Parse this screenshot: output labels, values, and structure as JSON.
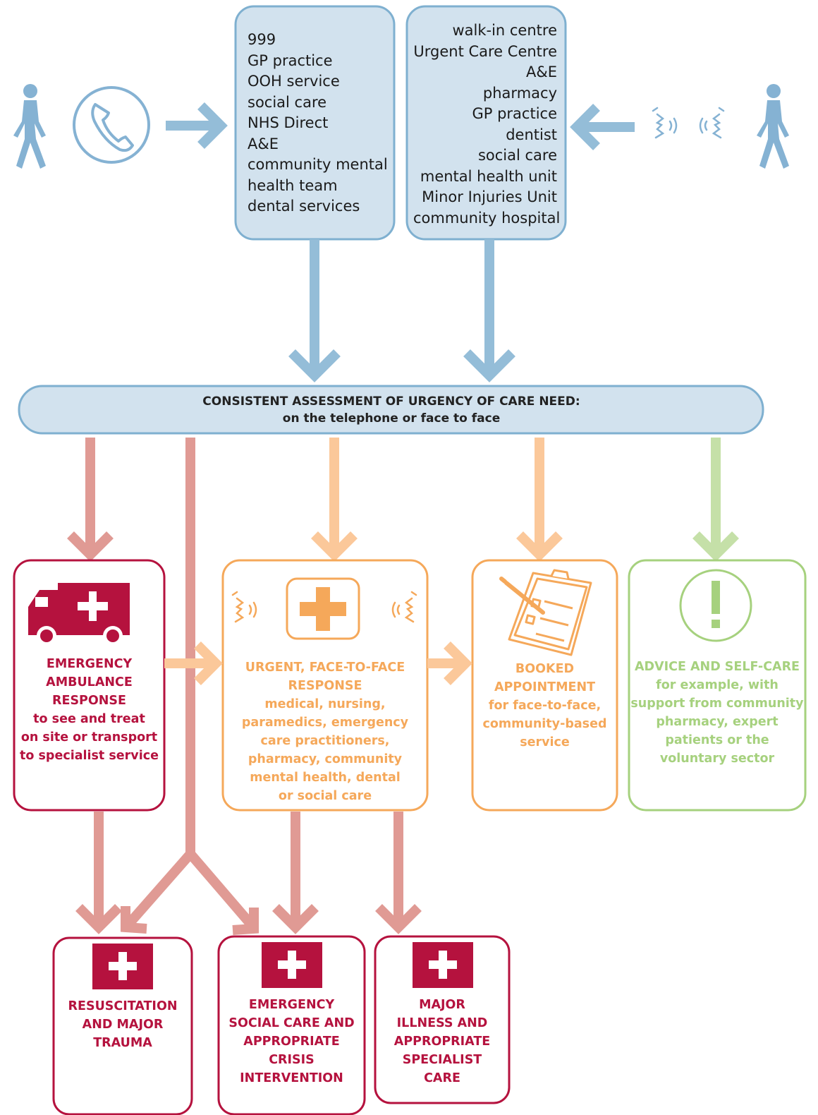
{
  "phone_channel": {
    "services": [
      "999",
      "GP practice",
      "OOH service",
      "social care",
      "NHS Direct",
      "A&E",
      "community mental",
      "health team",
      "dental services"
    ]
  },
  "walkin_channel": {
    "services": [
      "walk-in centre",
      "Urgent Care Centre",
      "A&E",
      "pharmacy",
      "GP practice",
      "dentist",
      "social care",
      "mental health unit",
      "Minor Injuries Unit",
      "community hospital"
    ]
  },
  "assessment": {
    "title": "CONSISTENT ASSESSMENT OF URGENCY OF CARE NEED:",
    "subtitle": "on the telephone or face to face"
  },
  "responses": {
    "ambulance": {
      "title_lines": [
        "EMERGENCY",
        "AMBULANCE",
        "RESPONSE"
      ],
      "desc_lines": [
        "to see and treat",
        "on site or transport",
        "to specialist service"
      ]
    },
    "urgent": {
      "title_lines": [
        "URGENT, FACE-TO-FACE",
        "RESPONSE"
      ],
      "desc_lines": [
        "medical, nursing,",
        "paramedics, emergency",
        "care practitioners,",
        "pharmacy, community",
        "mental health, dental",
        "or social care"
      ]
    },
    "booked": {
      "title_lines": [
        "BOOKED",
        "APPOINTMENT"
      ],
      "desc_lines": [
        "for face-to-face,",
        "community-based",
        "service"
      ]
    },
    "advice": {
      "title_lines": [
        "ADVICE AND SELF-CARE"
      ],
      "desc_lines": [
        "for example, with",
        "support from community",
        "pharmacy, expert",
        "patients or the",
        "voluntary sector"
      ]
    }
  },
  "outcomes": {
    "resus": [
      "RESUSCITATION",
      "AND MAJOR",
      "TRAUMA"
    ],
    "social": [
      "EMERGENCY",
      "SOCIAL CARE AND",
      "APPROPRIATE",
      "CRISIS",
      "INTERVENTION"
    ],
    "major": [
      "MAJOR",
      "ILLNESS AND",
      "APPROPRIATE",
      "SPECIALIST",
      "CARE"
    ]
  },
  "colors": {
    "blue": "#94bdd8",
    "blue_fill": "#d2e2ee",
    "blue_stroke": "#7fb0d0",
    "red": "#b5123e",
    "salmon": "#e09a94",
    "orange": "#f5a85a",
    "light_orange": "#fbc89a",
    "green": "#a6d17e"
  }
}
